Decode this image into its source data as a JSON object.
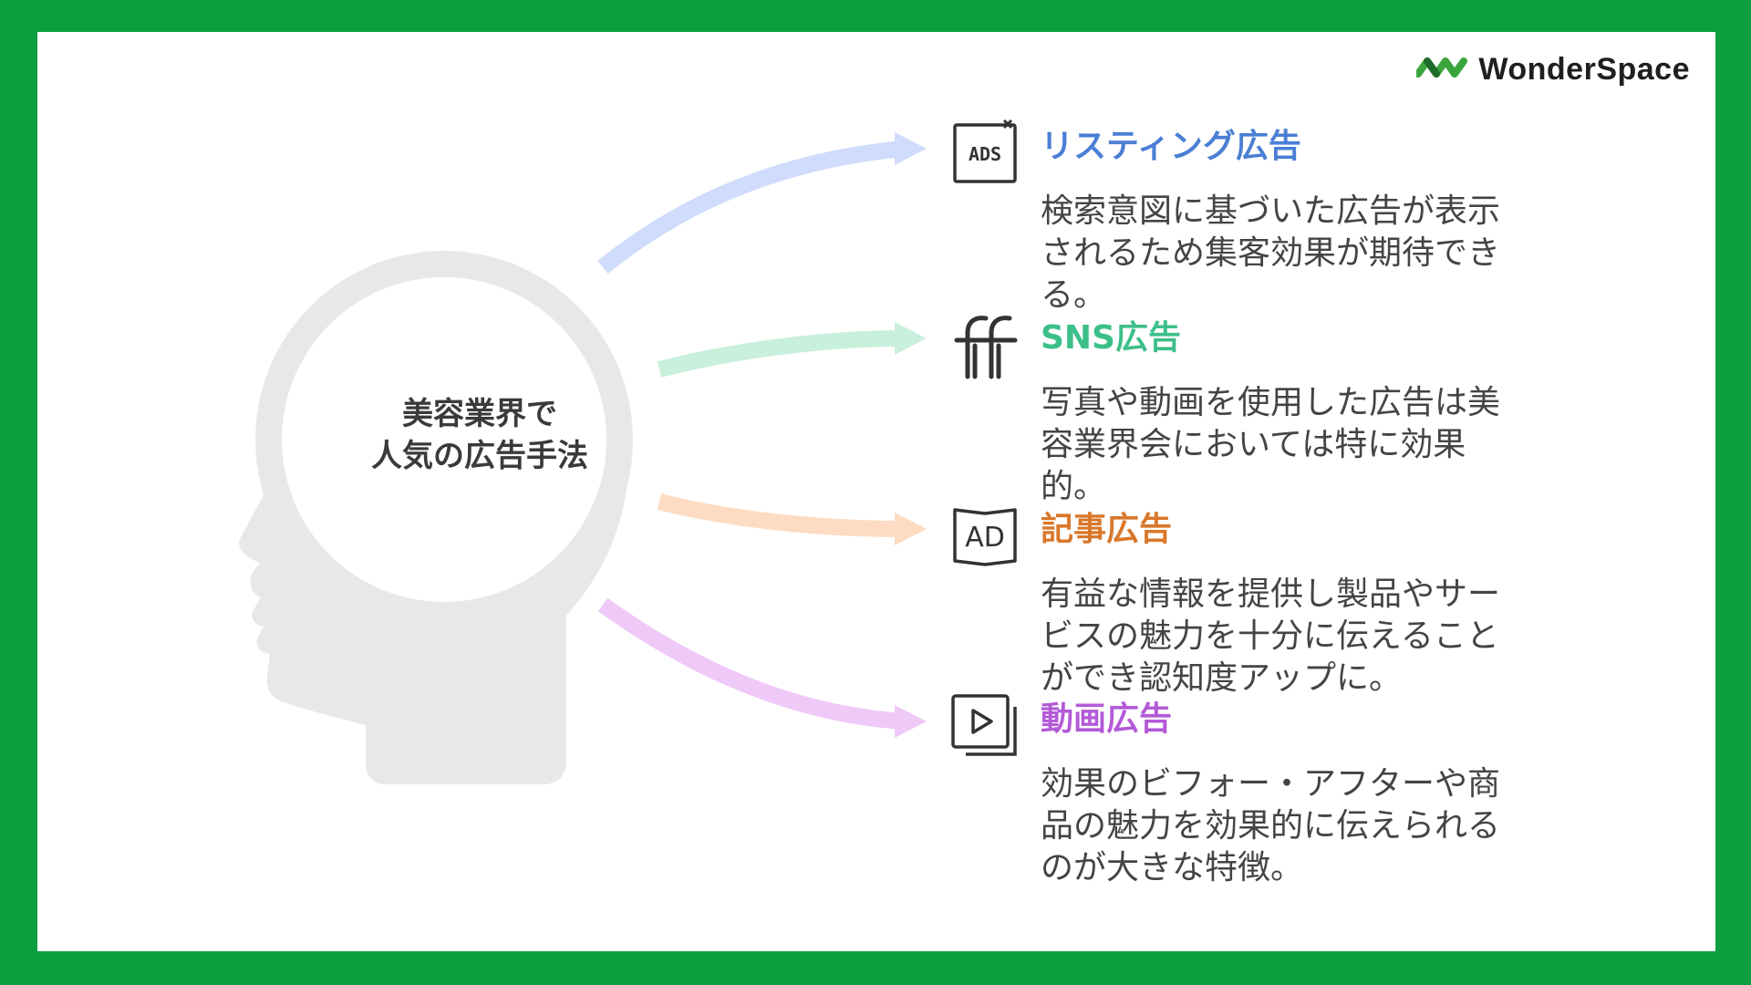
{
  "brand": {
    "name": "WonderSpace",
    "color": "#3aa53c"
  },
  "frame_color": "#0c9e3f",
  "center": {
    "title": "美容業界で\n人気の広告手法"
  },
  "items": [
    {
      "title": "リスティング広告",
      "color": "#4a7fd4",
      "arrow_color": "#cfdcfb",
      "icon": "ads-icon",
      "icon_text": "ADS",
      "description": "検索意図に基づいた広告が表示されるため集客効果が期待できる。"
    },
    {
      "title": "SNS広告",
      "color": "#3cbf88",
      "arrow_color": "#c9f0dc",
      "icon": "social-ff-icon",
      "description": "写真や動画を使用した広告は美容業界会においては特に効果的。"
    },
    {
      "title": "記事広告",
      "color": "#d9772a",
      "arrow_color": "#fddcc3",
      "icon": "ad-book-icon",
      "icon_text": "AD",
      "description": "有益な情報を提供し製品やサービスの魅力を十分に伝えることができ認知度アップに。"
    },
    {
      "title": "動画広告",
      "color": "#b35ad8",
      "arrow_color": "#efc9f8",
      "icon": "video-play-icon",
      "description": "効果のビフォー・アフターや商品の魅力を効果的に伝えられるのが大きな特徴。"
    }
  ]
}
